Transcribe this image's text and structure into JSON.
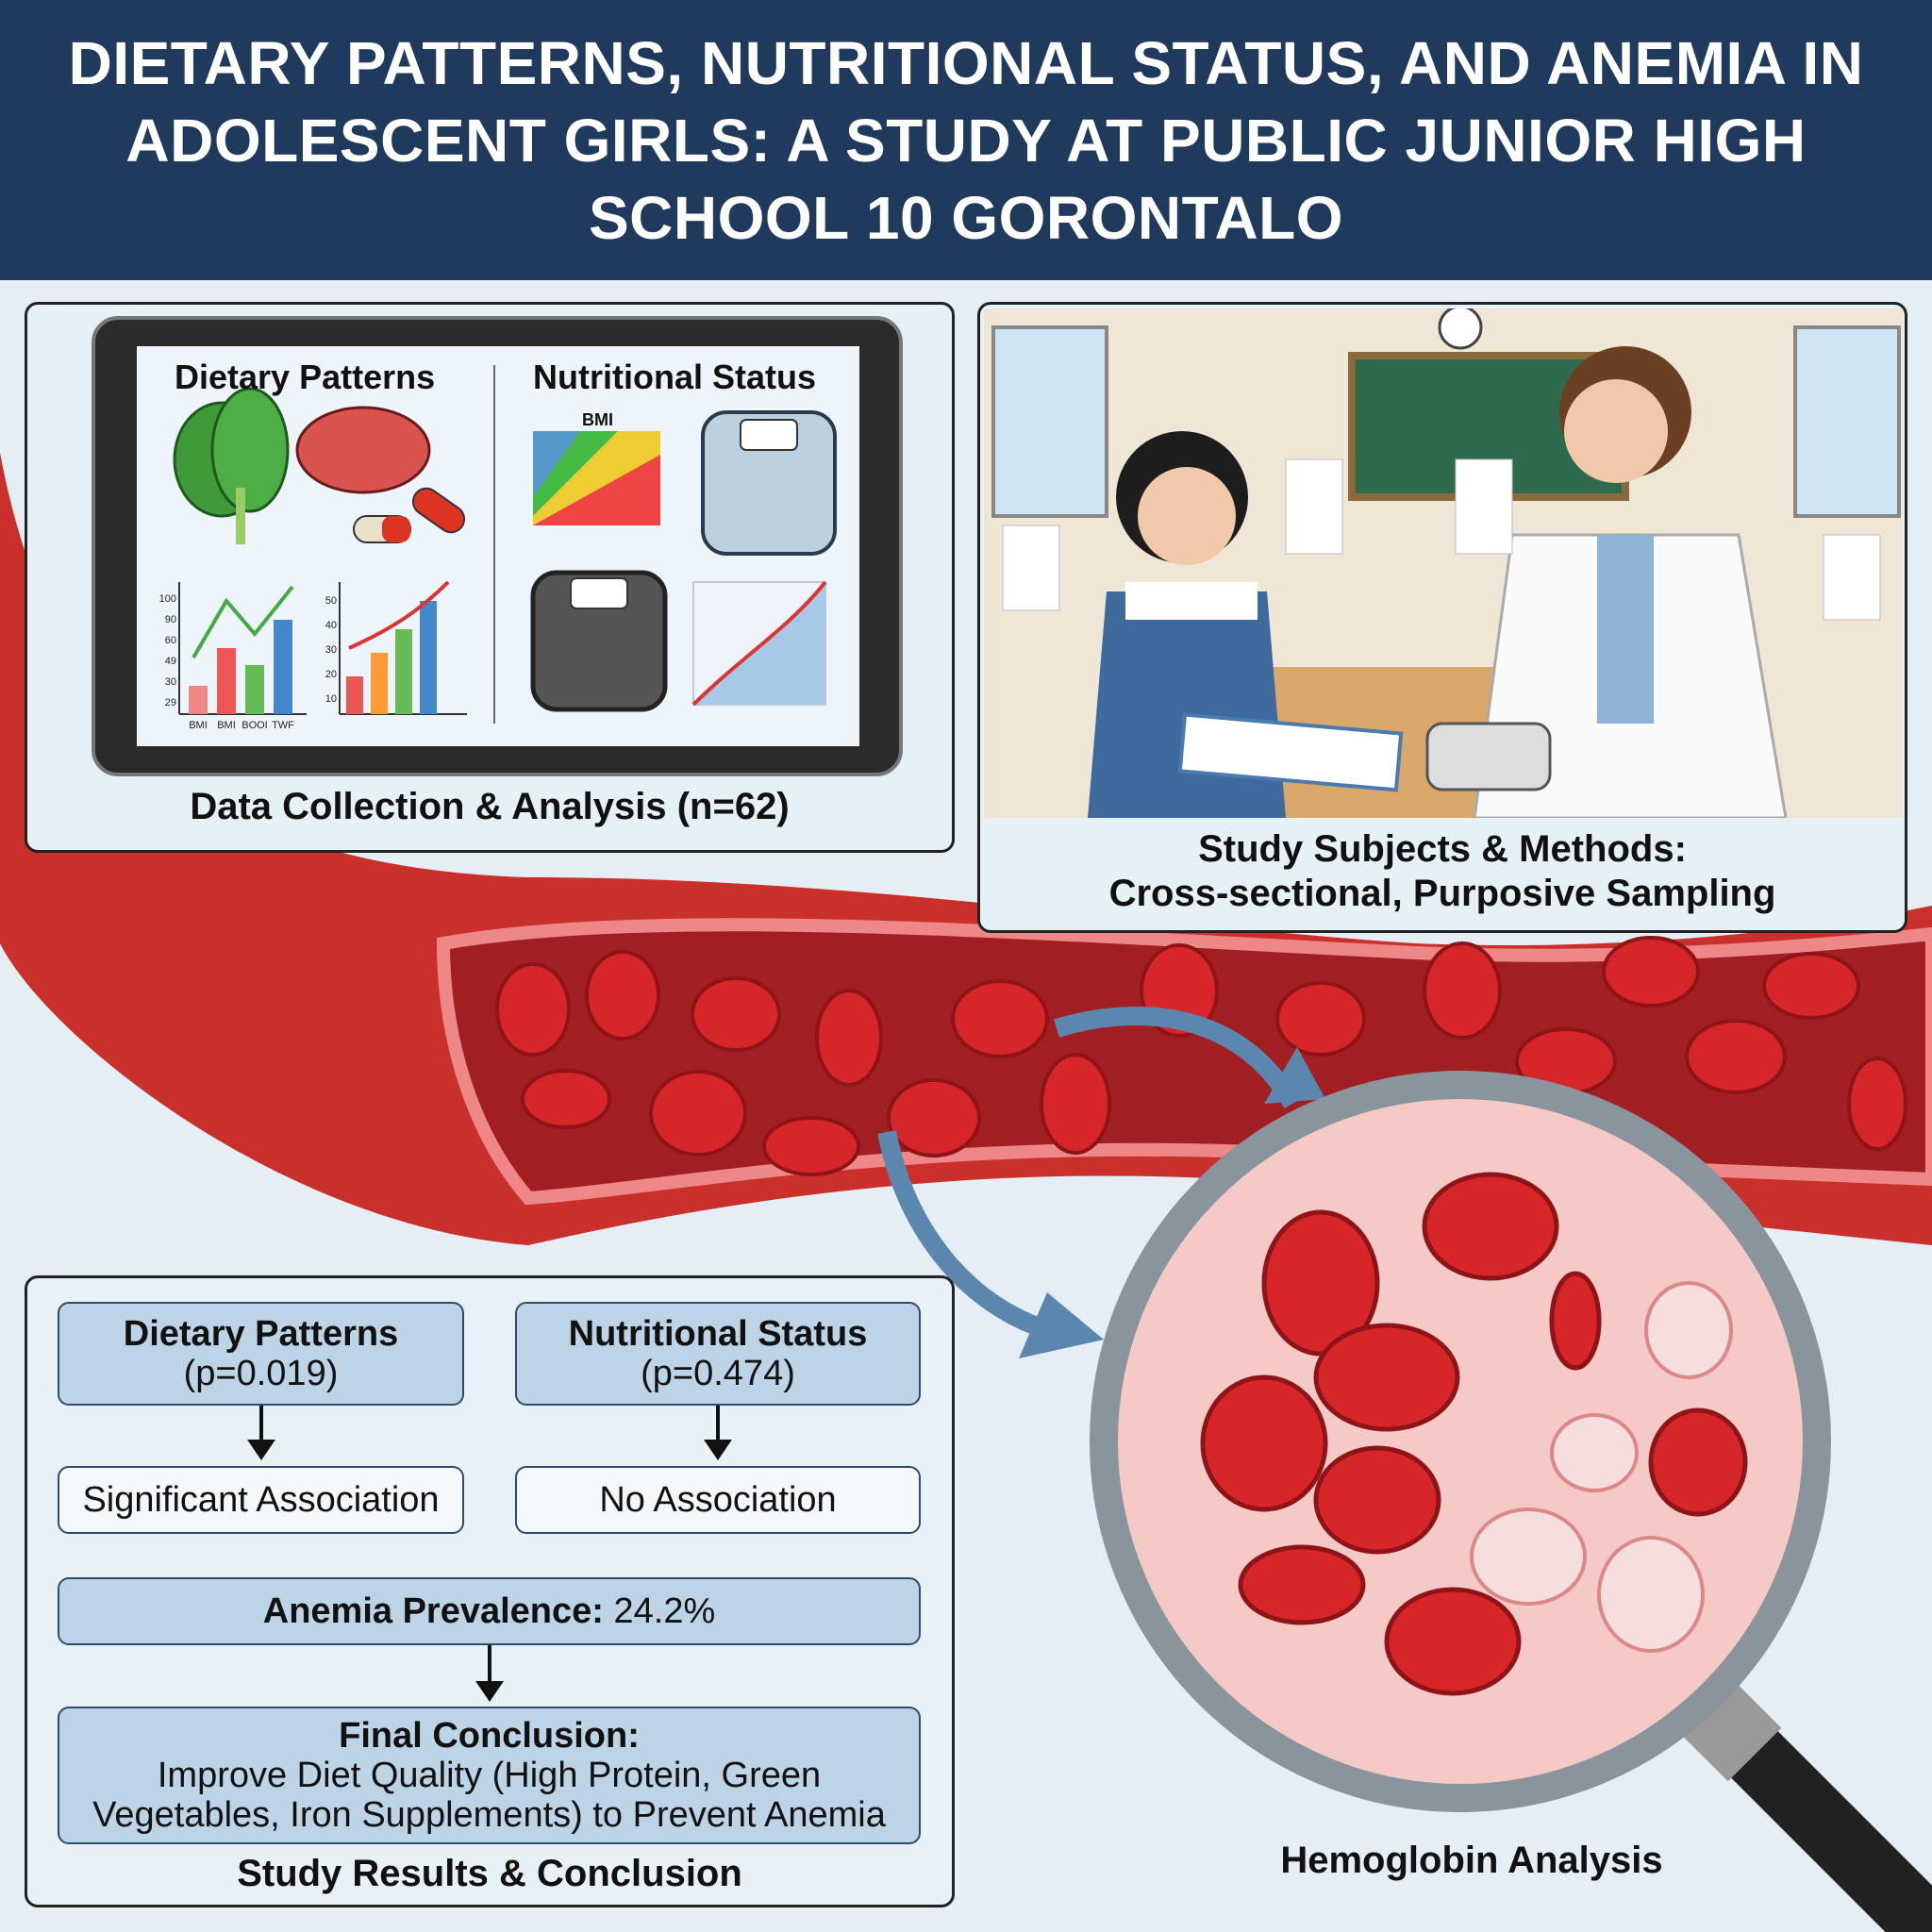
{
  "header": {
    "title": "DIETARY PATTERNS, NUTRITIONAL STATUS, AND ANEMIA IN ADOLESCENT GIRLS: A STUDY AT PUBLIC JUNIOR HIGH SCHOOL 10 GORONTALO"
  },
  "data_panel": {
    "left_heading": "Dietary Patterns",
    "right_heading": "Nutritional Status",
    "bmi_label": "BMI",
    "bar_chart_1_labels": [
      "BMI",
      "BMI",
      "BOOI",
      "TWF"
    ],
    "bar_chart_1_yticks": [
      "100",
      "90",
      "60",
      "49",
      "30",
      "29"
    ],
    "bar_chart_2_yticks": [
      "50",
      "40",
      "30",
      "20",
      "10"
    ],
    "caption": "Data Collection & Analysis (n=62)"
  },
  "methods_panel": {
    "caption_line1": "Study Subjects & Methods:",
    "caption_line2": "Cross-sectional, Purposive Sampling"
  },
  "results_panel": {
    "dietary": {
      "title": "Dietary Patterns",
      "p": "(p=0.019)",
      "result": "Significant Association"
    },
    "nutritional": {
      "title": "Nutritional Status",
      "p": "(p=0.474)",
      "result": "No Association"
    },
    "anemia_label": "Anemia Prevalence:",
    "anemia_value": "24.2%",
    "conclusion_title": "Final Conclusion:",
    "conclusion_line1": "Improve Diet Quality (High Protein, Green",
    "conclusion_line2": "Vegetables, Iron Supplements) to Prevent Anemia",
    "caption": "Study Results & Conclusion"
  },
  "magnifier": {
    "caption": "Hemoglobin Analysis"
  },
  "colors": {
    "header": "#1f3a5c",
    "background": "#e4eef4",
    "vessel": "#c9302c",
    "box_blue": "#bcd4e6"
  }
}
